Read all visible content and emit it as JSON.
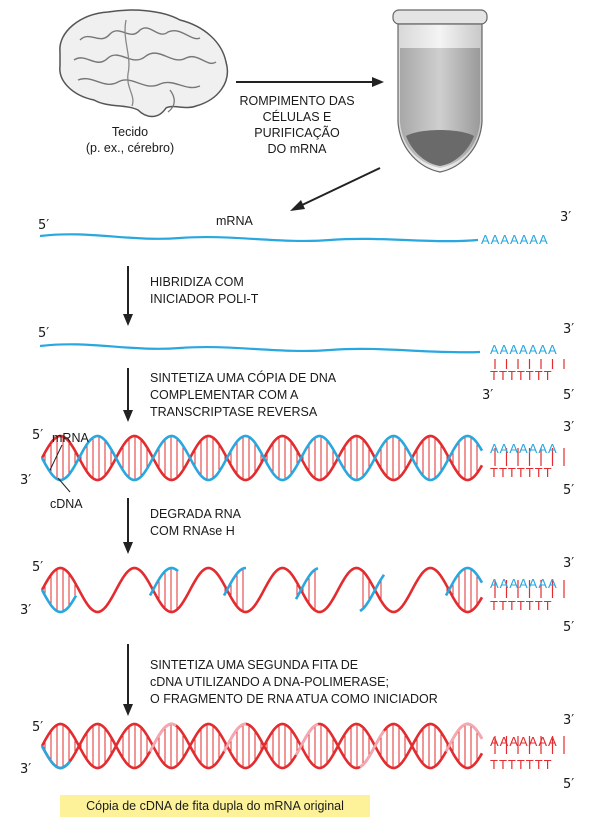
{
  "tissue": {
    "line1": "Tecido",
    "line2": "(p. ex., cérebro)"
  },
  "purification": [
    "ROMPIMENTO DAS",
    "CÉLULAS E",
    "PURIFICAÇÃO",
    "DO mRNA"
  ],
  "mrna_label": "mRNA",
  "cdna_label": "cDNA",
  "ends": {
    "five": "5′",
    "three": "3′"
  },
  "poly_a": "AAAAAAA",
  "poly_t": "TTTTTTT",
  "steps": {
    "hybridize": [
      "HIBRIDIZA COM",
      "INICIADOR POLI-T"
    ],
    "synthesize": [
      "SINTETIZA UMA CÓPIA DE DNA",
      "COMPLEMENTAR COM A",
      "TRANSCRIPTASE REVERSA"
    ],
    "degrade": [
      "DEGRADA RNA",
      "COM RNAse H"
    ],
    "second_strand": [
      "SINTETIZA UMA SEGUNDA FITA DE",
      "cDNA UTILIZANDO A DNA-POLIMERASE;",
      "O FRAGMENTO DE RNA ATUA COMO INICIADOR"
    ]
  },
  "result_caption": "Cópia de cDNA de fita dupla do mRNA original",
  "colors": {
    "rna": "#29a7df",
    "dna": "#e32c2f",
    "rna_faded": "#f3a8b2",
    "caption_bg": "#fdf29a"
  }
}
